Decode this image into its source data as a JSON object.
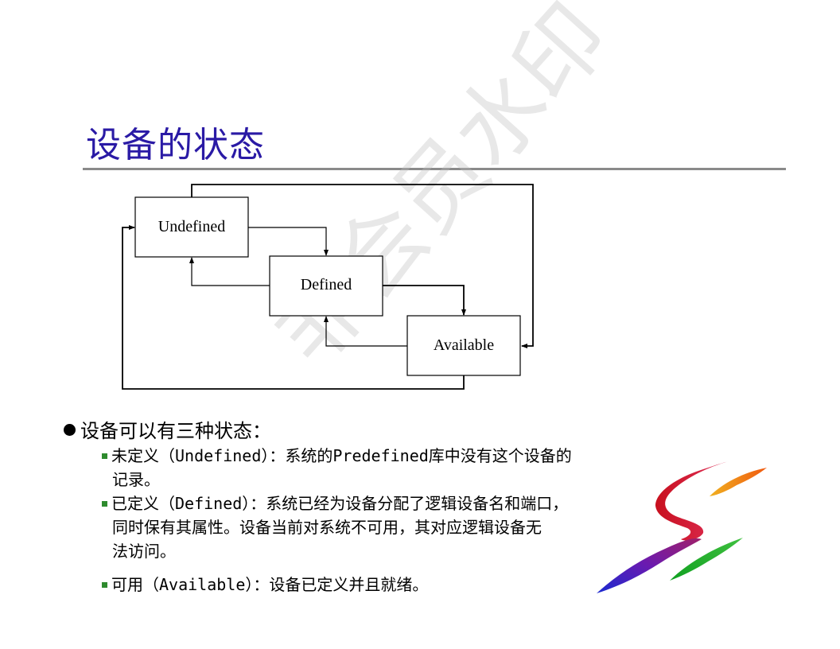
{
  "slide": {
    "title": "设备的状态",
    "watermark": "非会员水印"
  },
  "diagram": {
    "states": [
      "Undefined",
      "Defined",
      "Available"
    ]
  },
  "bullets": {
    "main": "设备可以有三种状态：",
    "items": [
      {
        "line1": "未定义（Undefined）：系统的Predefined库中没有这个设备的",
        "line2": "记录。",
        "line3": ""
      },
      {
        "line1": "已定义（Defined）：系统已经为设备分配了逻辑设备名和端口，",
        "line2": "同时保有其属性。设备当前对系统不可用，其对应逻辑设备无",
        "line3": "法访问。"
      },
      {
        "line1": "可用（Available）：设备已定义并且就绪。",
        "line2": "",
        "line3": ""
      }
    ]
  },
  "colors": {
    "title": "#2a1aa5",
    "sub_bullet": "#2e8b2e",
    "rule": "#8a8a8a"
  }
}
